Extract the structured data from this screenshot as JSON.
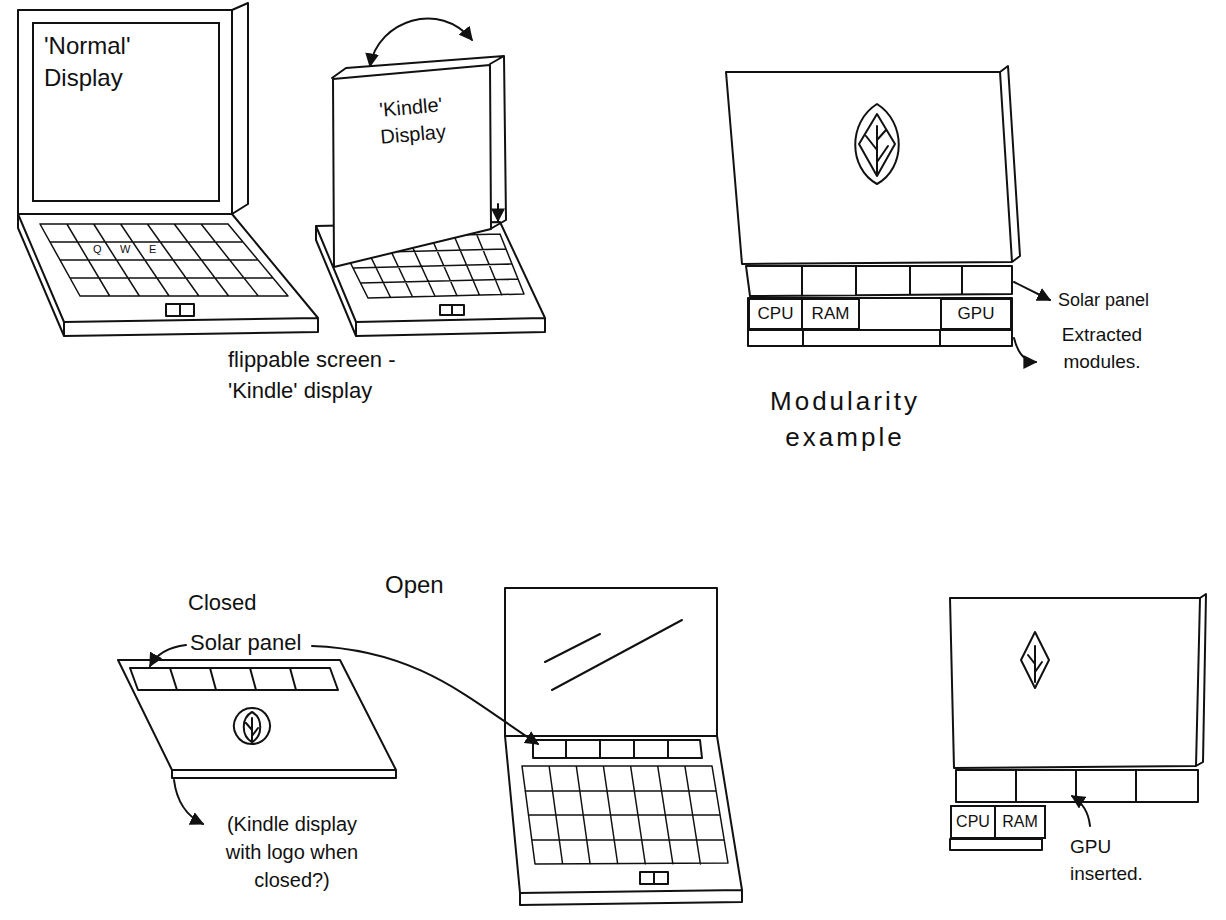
{
  "diagram": {
    "nodes": [
      {
        "text": [
          "'Normal' Display"
        ]
      },
      {
        "text": [
          "'Kindle' Display"
        ]
      },
      {
        "text": [
          "CPU"
        ]
      },
      {
        "text": [
          "RAM"
        ]
      },
      {
        "text": [
          "GPU"
        ]
      },
      {
        "text": [
          "CPU"
        ]
      },
      {
        "text": [
          "RAM"
        ]
      }
    ],
    "labels": [
      "Q",
      "W",
      "E",
      "flippable screen - 'Kindle' display",
      "Modularity example",
      "Solar panel",
      "Extracted modules.",
      "Closed",
      "Open",
      "Solar panel",
      "(Kindle display with logo when closed?)",
      "GPU inserted."
    ]
  }
}
